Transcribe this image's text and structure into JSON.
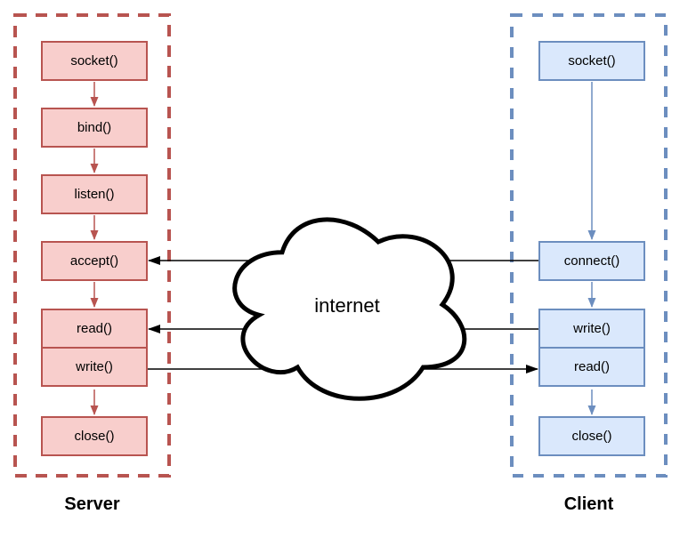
{
  "server": {
    "label": "Server",
    "fill": "#f8cecc",
    "border": "#b85450",
    "boxes": [
      {
        "label": "socket()"
      },
      {
        "label": "bind()"
      },
      {
        "label": "listen()"
      },
      {
        "label": "accept()"
      },
      {
        "label": "read()"
      },
      {
        "label": "write()"
      },
      {
        "label": "close()"
      }
    ]
  },
  "client": {
    "label": "Client",
    "fill": "#dae8fc",
    "border": "#6c8ebf",
    "boxes": [
      {
        "label": "socket()"
      },
      {
        "label": "connect()"
      },
      {
        "label": "write()"
      },
      {
        "label": "read()"
      },
      {
        "label": "close()"
      }
    ]
  },
  "cloud": {
    "label": "internet",
    "fill": "#ffffff",
    "stroke": "#000000"
  },
  "connections": {
    "cross": [
      {
        "from": "client connect()",
        "to": "server accept()",
        "color": "#000000"
      },
      {
        "from": "client write()",
        "to": "server read()",
        "color": "#000000"
      },
      {
        "from": "server write()",
        "to": "client read()",
        "color": "#000000"
      }
    ],
    "server_flow": [
      "socket() → bind()",
      "bind() → listen()",
      "listen() → accept()",
      "accept() → read()",
      "write() → close()"
    ],
    "client_flow": [
      "socket() → connect()",
      "connect() → write()",
      "read() → close()"
    ]
  }
}
